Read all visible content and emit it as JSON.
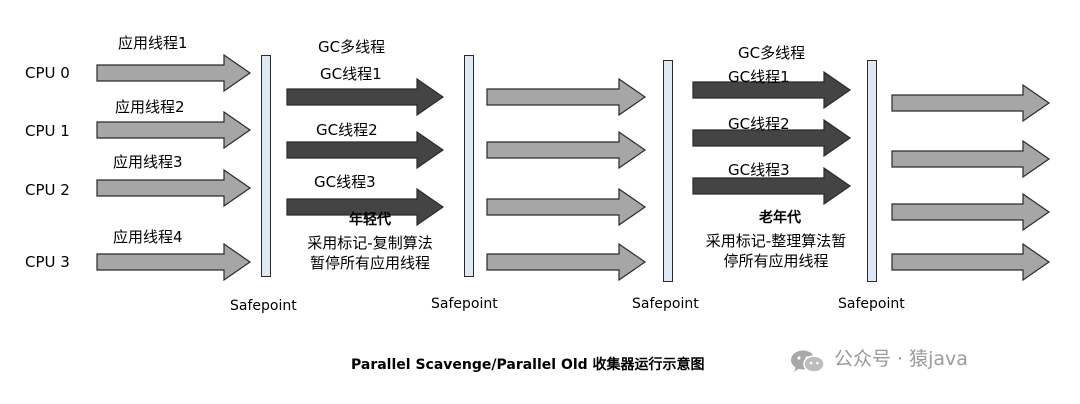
{
  "cpus": [
    "CPU 0",
    "CPU 1",
    "CPU 2",
    "CPU 3"
  ],
  "app_threads": [
    "应用线程1",
    "应用线程2",
    "应用线程3",
    "应用线程4"
  ],
  "young_gc": {
    "header": "GC多线程",
    "threads": [
      "GC线程1",
      "GC线程2",
      "GC线程3"
    ],
    "title": "年轻代",
    "desc_lines": [
      "采用标记-复制算法",
      "暂停所有应用线程"
    ]
  },
  "old_gc": {
    "header": "GC多线程",
    "threads": [
      "GC线程1",
      "GC线程2",
      "GC线程3"
    ],
    "title": "老年代",
    "desc_lines": [
      "采用标记-整理算法暂",
      "停所有应用线程"
    ]
  },
  "safepoint_label": "Safepoint",
  "caption": "Parallel Scavenge/Parallel Old 收集器运行示意图",
  "watermark": "公众号 · 猿java",
  "watermark_icon": "wechat-icon",
  "colors": {
    "app_arrow": "#a6a6a6",
    "gc_arrow": "#444444",
    "safepoint_bar": "#dfe9f6",
    "outline": "#2a2a2a"
  }
}
